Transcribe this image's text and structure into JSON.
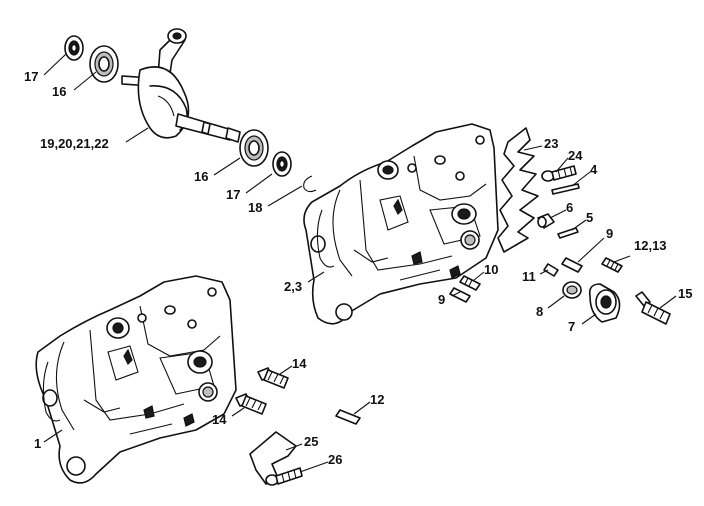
{
  "callouts": [
    {
      "id": "c17a",
      "text": "17"
    },
    {
      "id": "c16a",
      "text": "16"
    },
    {
      "id": "c19",
      "text": "19,20,21,22"
    },
    {
      "id": "c16b",
      "text": "16"
    },
    {
      "id": "c17b",
      "text": "17"
    },
    {
      "id": "c18",
      "text": "18"
    },
    {
      "id": "c23",
      "text": "23"
    },
    {
      "id": "c24",
      "text": "24"
    },
    {
      "id": "c4",
      "text": "4"
    },
    {
      "id": "c6",
      "text": "6"
    },
    {
      "id": "c5",
      "text": "5"
    },
    {
      "id": "c9a",
      "text": "9"
    },
    {
      "id": "c1213",
      "text": "12,13"
    },
    {
      "id": "c11",
      "text": "11"
    },
    {
      "id": "c10",
      "text": "10"
    },
    {
      "id": "c9b",
      "text": "9"
    },
    {
      "id": "c23b",
      "text": "2,3"
    },
    {
      "id": "c15",
      "text": "15"
    },
    {
      "id": "c8",
      "text": "8"
    },
    {
      "id": "c7",
      "text": "7"
    },
    {
      "id": "c14a",
      "text": "14"
    },
    {
      "id": "c14b",
      "text": "14"
    },
    {
      "id": "c12",
      "text": "12"
    },
    {
      "id": "c1",
      "text": "1"
    },
    {
      "id": "c25",
      "text": "25"
    },
    {
      "id": "c26",
      "text": "26"
    }
  ]
}
